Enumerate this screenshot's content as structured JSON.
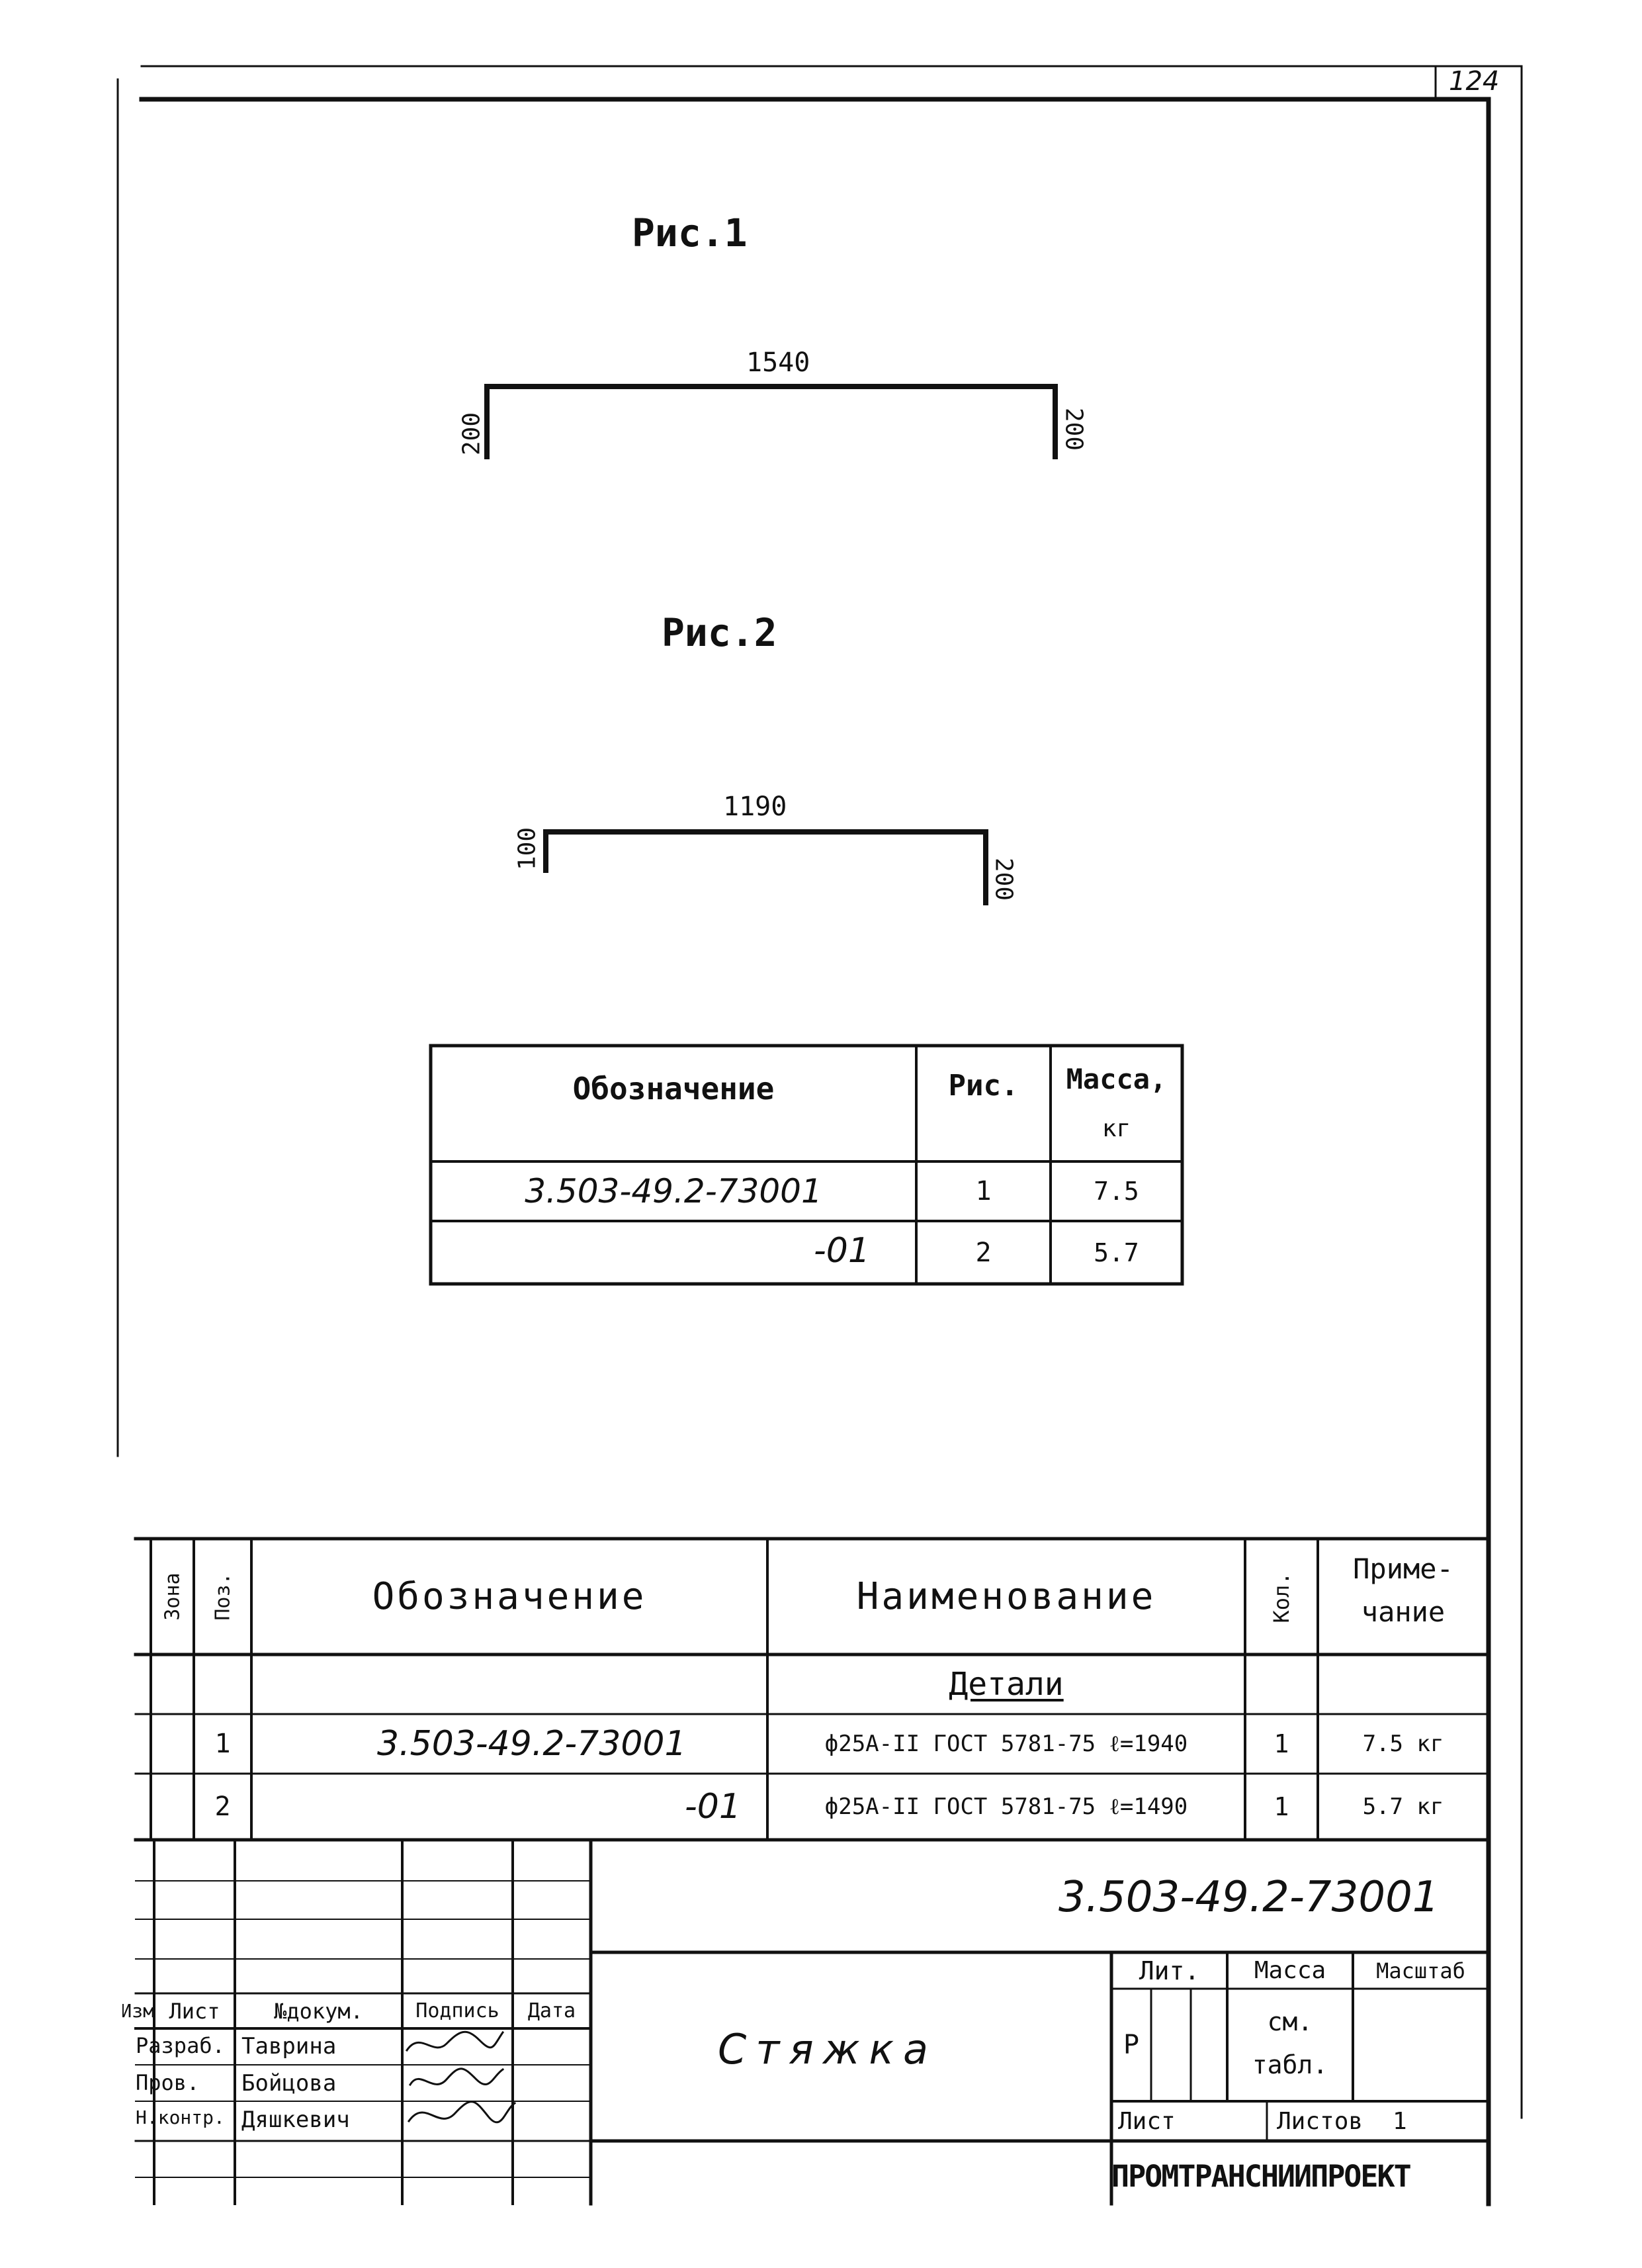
{
  "sheet_number": "124",
  "figure1": {
    "title": "Рис.1",
    "top_length": "1540",
    "left_leg": "200",
    "right_leg": "200"
  },
  "figure2": {
    "title": "Рис.2",
    "top_length": "1190",
    "left_leg": "100",
    "right_leg": "200"
  },
  "variants_table": {
    "headers": {
      "designation": "Обозначение",
      "figure": "Рис.",
      "mass": "Масса,",
      "mass_unit": "кг"
    },
    "rows": [
      {
        "designation": "3.503-49.2-73001",
        "figure": "1",
        "mass": "7.5"
      },
      {
        "designation": "-01",
        "figure": "2",
        "mass": "5.7"
      }
    ]
  },
  "spec_table": {
    "headers": {
      "zone": "Зона",
      "pos": "Поз.",
      "designation": "Обозначение",
      "name": "Наименование",
      "qty": "Кол.",
      "note_line1": "Приме-",
      "note_line2": "чание"
    },
    "section": "Детали",
    "rows": [
      {
        "pos": "1",
        "designation": "3.503-49.2-73001",
        "name": "ф25А-II ГОСТ 5781-75 ℓ=1940",
        "qty": "1",
        "note": "7.5 кг"
      },
      {
        "pos": "2",
        "designation": "-01",
        "name": "ф25А-II ГОСТ 5781-75 ℓ=1490",
        "qty": "1",
        "note": "5.7 кг"
      }
    ]
  },
  "title_block": {
    "doc_code": "3.503-49.2-73001",
    "item_name": "Стяжка",
    "col_headers": {
      "change": "Изм",
      "sheet": "Лист",
      "doc_no": "№докум.",
      "signature": "Подпись",
      "date": "Дата"
    },
    "roles": [
      {
        "role": "Разраб.",
        "person": "Таврина"
      },
      {
        "role": "Пров.",
        "person": "Бойцова"
      },
      {
        "role": "Н.контр.",
        "person": "Дяшкевич"
      }
    ],
    "lit_label": "Лит.",
    "mass_label": "Масса",
    "scale_label": "Масштаб",
    "lit_value": "Р",
    "mass_value_line1": "см.",
    "mass_value_line2": "табл.",
    "sheet_label": "Лист",
    "sheets_label": "Листов",
    "sheets_value": "1",
    "organization": "ПРОМТРАНСНИИПРОЕКТ"
  }
}
